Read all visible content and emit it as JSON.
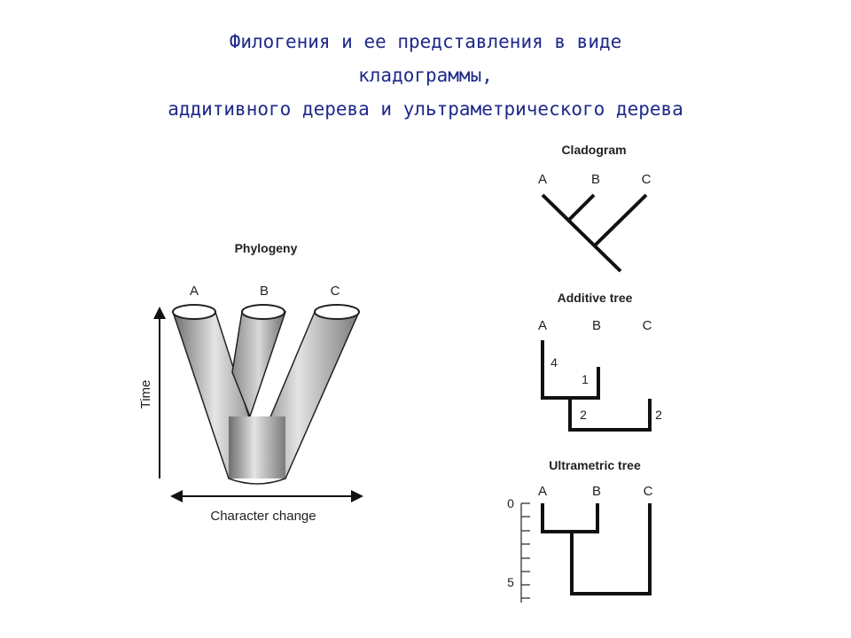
{
  "slide": {
    "title_lines": [
      "Филогения и ее представления в виде",
      "кладограммы,",
      "аддитивного дерева и ультраметрического дерева"
    ]
  },
  "phylogeny": {
    "heading": "Phylogeny",
    "taxa": [
      "A",
      "B",
      "C"
    ],
    "y_axis_label": "Time",
    "x_axis_label": "Character change"
  },
  "cladogram": {
    "heading": "Cladogram",
    "taxa": [
      "A",
      "B",
      "C"
    ]
  },
  "additive_tree": {
    "heading": "Additive tree",
    "taxa": [
      "A",
      "B",
      "C"
    ],
    "branch_lengths": [
      "4",
      "1",
      "2",
      "2"
    ]
  },
  "ultrametric_tree": {
    "heading": "Ultrametric tree",
    "taxa": [
      "A",
      "B",
      "C"
    ],
    "scale_labels": [
      "0",
      "5"
    ]
  },
  "colors": {
    "title": "#1f2a8a",
    "lines": "#111111"
  }
}
